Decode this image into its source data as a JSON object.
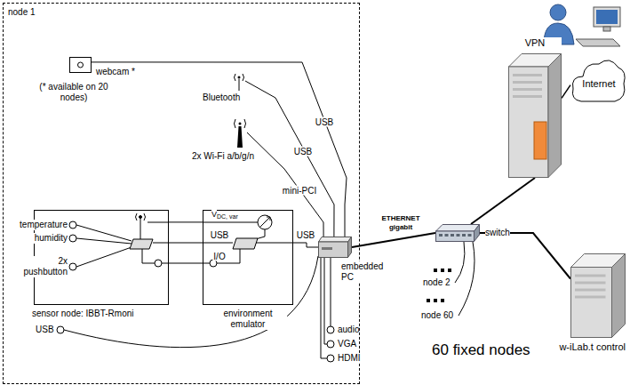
{
  "diagram": {
    "nodes": [
      {
        "text": [
          "node 1"
        ]
      },
      {
        "text": [
          "webcam *",
          "(* available on 20 nodes)"
        ],
        "in": 0
      },
      {
        "text": [
          "Bluetooth"
        ],
        "in": 0
      },
      {
        "text": [
          "2x Wi-Fi a/b/g/n"
        ],
        "in": 0
      },
      {
        "text": [
          "sensor node: IBBT-Rmoni"
        ],
        "in": 0
      },
      {
        "text": [
          "environment emulator"
        ],
        "in": 0
      },
      {
        "text": [
          "embedded PC"
        ],
        "in": 0
      },
      {
        "text": [
          "switch"
        ]
      },
      {
        "text": [
          "VPN"
        ]
      },
      {
        "text": [
          "Internet"
        ]
      },
      {
        "text": [
          "w-iLab.t control"
        ]
      }
    ],
    "edges": [
      {
        "from": 1,
        "to": 6,
        "label": "USB",
        "arrow": "none"
      },
      {
        "from": 2,
        "to": 6,
        "label": "USB",
        "arrow": "none"
      },
      {
        "from": 3,
        "to": 6,
        "label": "mini-PCI",
        "arrow": "none"
      },
      {
        "from": 4,
        "to": 5,
        "label": "USB",
        "arrow": "none"
      },
      {
        "from": 4,
        "to": 5,
        "label": "I/O",
        "arrow": "none"
      },
      {
        "from": 4,
        "to": 5,
        "arrow": "none"
      },
      {
        "from": 5,
        "to": 6,
        "label": "USB",
        "arrow": "none"
      },
      {
        "from": 6,
        "to": 7,
        "label": "ETHERNET gigabit",
        "arrow": "none"
      },
      {
        "from": 7,
        "to": 8,
        "arrow": "none"
      },
      {
        "from": 8,
        "to": 9,
        "arrow": "none"
      },
      {
        "from": 7,
        "to": 10,
        "arrow": "none"
      }
    ],
    "labels": [
      "temperature",
      "humidity",
      "2x pushbutton",
      "V",
      "DC, var",
      "USB",
      "audio",
      "VGA",
      "HDMI",
      "node 2",
      "node 60",
      "60 fixed nodes"
    ]
  }
}
